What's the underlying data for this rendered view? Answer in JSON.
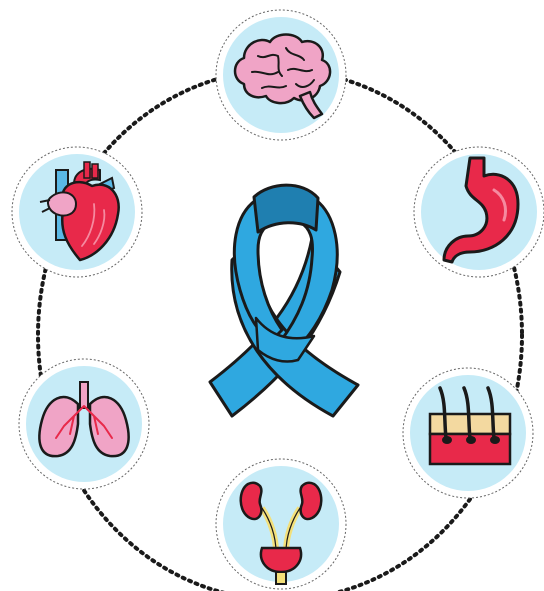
{
  "diagram": {
    "center": {
      "icon": "awareness-ribbon-icon",
      "color": "#2fa8e0",
      "dark_color": "#1f7fb0"
    },
    "ring": {
      "style": "dotted",
      "color": "#1a1a1a"
    },
    "organs": [
      {
        "id": "brain",
        "icon": "brain-icon"
      },
      {
        "id": "stomach",
        "icon": "stomach-icon"
      },
      {
        "id": "skin",
        "icon": "skin-icon"
      },
      {
        "id": "kidneys-bladder",
        "icon": "kidney-bladder-icon"
      },
      {
        "id": "lungs",
        "icon": "lungs-icon"
      },
      {
        "id": "heart",
        "icon": "heart-icon"
      }
    ],
    "colors": {
      "badge_fill": "#c6ebf7",
      "badge_border": "#555555",
      "organ_pink": "#f0a4c6",
      "organ_red": "#e8294a",
      "vessel_blue": "#5ab9e6",
      "urine_yellow": "#f3e07a"
    }
  }
}
